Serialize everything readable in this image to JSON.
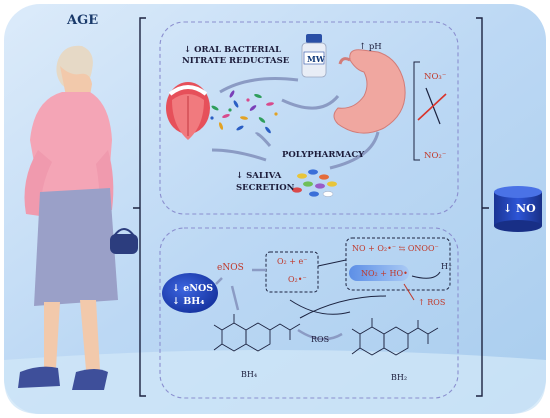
{
  "labels": {
    "age": "AGE",
    "oral_line1": "↓ ORAL BACTERIAL",
    "oral_line2": "NITRATE REDUCTASE",
    "mouthwash": "MW",
    "ph": "↑ pH",
    "no3": "NO₃⁻",
    "no2": "NO₂⁻",
    "polypharmacy": "POLYPHARMACY",
    "saliva_line1": "↓ SALIVA",
    "saliva_line2": "SECRETION",
    "no_total": "↓ NO",
    "enos": "eNOS",
    "bl_enos": "↓ eNOS",
    "bl_bh4": "↓ BH₄",
    "o2_electron": "O₂ + e⁻",
    "superoxide": "O₂•⁻",
    "peroxynitrite": "NO + O₂•⁻ ⇆ ONOO⁻",
    "proton": "H⁺",
    "no2_radical": "NO₂ + HO•",
    "ros_up": "↑ ROS",
    "ros": "ROS",
    "bh4": "BH₄",
    "bh2": "BH₂"
  },
  "icons": [
    "woman-figure-icon",
    "tongue-icon",
    "bacteria-icon",
    "mouthwash-bottle-icon",
    "stomach-icon",
    "pills-icon",
    "no-cylinder-icon",
    "molecule-icon"
  ],
  "colors": {
    "background_blue": "#bcd8f4",
    "panel_border": "#8b8fcf",
    "cylinder_blue": "#1f3ea8",
    "bl_oval": "#1b3fb5",
    "red_text": "#c0392b",
    "stomach_pink": "#f0a7a0"
  }
}
